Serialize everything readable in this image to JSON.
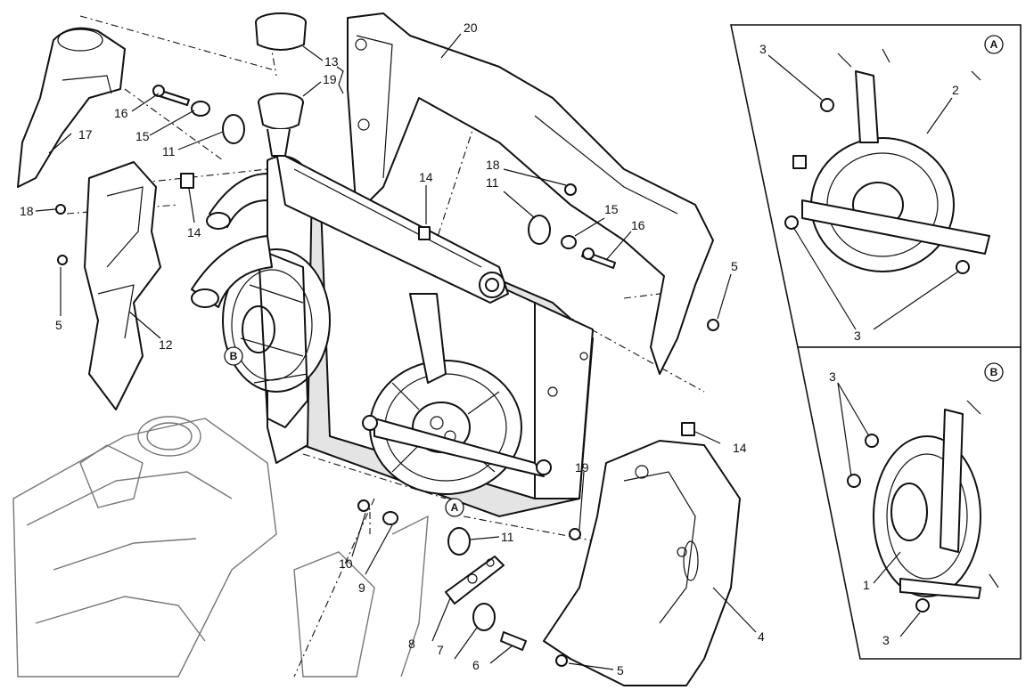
{
  "diagram": {
    "callouts": [
      {
        "id": "c1",
        "text": "1"
      },
      {
        "id": "c2",
        "text": "2"
      },
      {
        "id": "c3a",
        "text": "3"
      },
      {
        "id": "c3b",
        "text": "3"
      },
      {
        "id": "c3c",
        "text": "3"
      },
      {
        "id": "c3d",
        "text": "3"
      },
      {
        "id": "c4",
        "text": "4"
      },
      {
        "id": "c5a",
        "text": "5"
      },
      {
        "id": "c5b",
        "text": "5"
      },
      {
        "id": "c5c",
        "text": "5"
      },
      {
        "id": "c6",
        "text": "6"
      },
      {
        "id": "c7",
        "text": "7"
      },
      {
        "id": "c8",
        "text": "8"
      },
      {
        "id": "c9",
        "text": "9"
      },
      {
        "id": "c10",
        "text": "10"
      },
      {
        "id": "c11a",
        "text": "11"
      },
      {
        "id": "c11b",
        "text": "11"
      },
      {
        "id": "c11c",
        "text": "11"
      },
      {
        "id": "c12",
        "text": "12"
      },
      {
        "id": "c13",
        "text": "13"
      },
      {
        "id": "c14a",
        "text": "14"
      },
      {
        "id": "c14b",
        "text": "14"
      },
      {
        "id": "c14c",
        "text": "14"
      },
      {
        "id": "c15a",
        "text": "15"
      },
      {
        "id": "c15b",
        "text": "15"
      },
      {
        "id": "c16a",
        "text": "16"
      },
      {
        "id": "c16b",
        "text": "16"
      },
      {
        "id": "c17",
        "text": "17"
      },
      {
        "id": "c18a",
        "text": "18"
      },
      {
        "id": "c18b",
        "text": "18"
      },
      {
        "id": "c19a",
        "text": "19"
      },
      {
        "id": "c19b",
        "text": "19"
      },
      {
        "id": "c20",
        "text": "20"
      }
    ],
    "view_markers": {
      "detail_A": "A",
      "detail_B": "B",
      "main_A": "A",
      "main_B": "B"
    }
  }
}
